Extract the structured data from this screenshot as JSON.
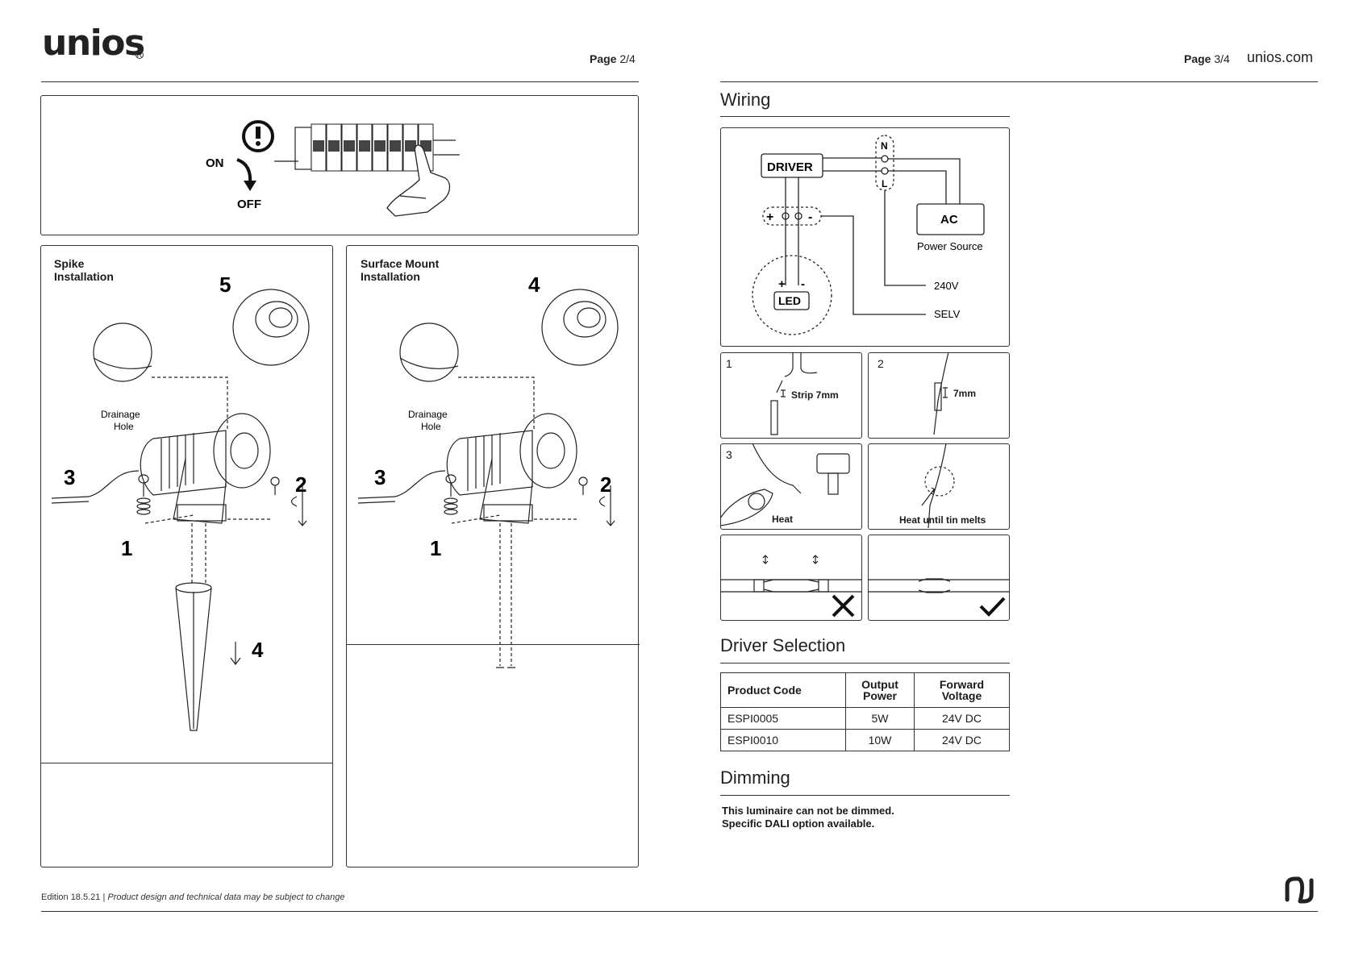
{
  "header": {
    "logo": "unios",
    "logo_mark": "R",
    "left_page_label": "Page",
    "left_page_num": "2/4",
    "right_page_label": "Page",
    "right_page_num": "3/4",
    "site": "unios.com"
  },
  "breaker": {
    "on_label": "ON",
    "off_label": "OFF"
  },
  "spike": {
    "title_line1": "Spike",
    "title_line2": "Installation",
    "drain_line1": "Drainage",
    "drain_line2": "Hole",
    "steps": [
      "1",
      "2",
      "3",
      "4",
      "5"
    ]
  },
  "surface": {
    "title_line1": "Surface Mount",
    "title_line2": "Installation",
    "drain_line1": "Drainage",
    "drain_line2": "Hole",
    "steps": [
      "1",
      "2",
      "3",
      "4"
    ]
  },
  "wiring": {
    "heading": "Wiring",
    "driver": "DRIVER",
    "n": "N",
    "l": "L",
    "plus": "+",
    "minus": "-",
    "ac": "AC",
    "power_source": "Power Source",
    "led": "LED",
    "v240": "240V",
    "selv": "SELV"
  },
  "steps": {
    "s1_no": "1",
    "s1_text": "Strip 7mm",
    "s2_no": "2",
    "s2_text": "7mm",
    "s3_no": "3",
    "s3_text": "Heat",
    "s4_text": "Heat until tin melts"
  },
  "driver_selection": {
    "heading": "Driver Selection",
    "columns": [
      "Product Code",
      "Output Power",
      "Forward Voltage"
    ],
    "rows": [
      [
        "ESPI0005",
        "5W",
        "24V DC"
      ],
      [
        "ESPI0010",
        "10W",
        "24V DC"
      ]
    ]
  },
  "dimming": {
    "heading": "Dimming",
    "line1": "This luminaire can not be dimmed.",
    "line2": "Specific DALI option available."
  },
  "footer": {
    "edition": "Edition 18.5.21 |",
    "note": "Product design and technical data may be subject to change"
  }
}
